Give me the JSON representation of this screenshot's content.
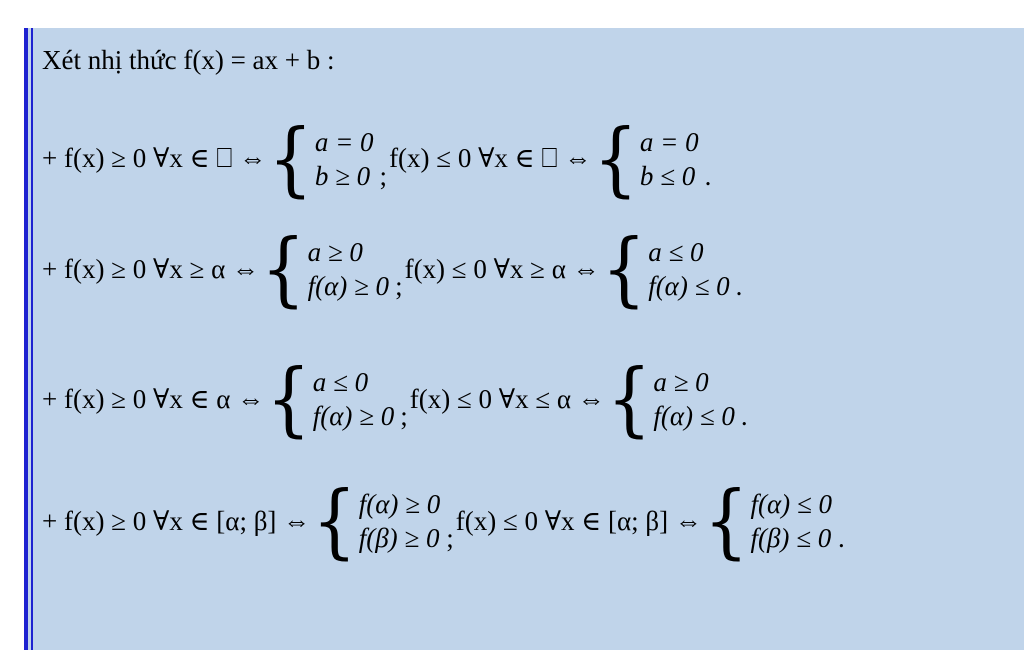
{
  "heading": "",
  "intro": "Xét nhị thức f(x) = ax + b :",
  "rows": [
    {
      "lhs1": "+ f(x) ≥ 0 ∀x ∈ ⎕ ⇔",
      "sys1": [
        "a = 0",
        "b ≥ 0"
      ],
      "sep": ";",
      "lhs2": "f(x) ≤ 0 ∀x ∈ ⎕ ⇔",
      "sys2": [
        "a = 0",
        "b ≤ 0"
      ],
      "end": "."
    },
    {
      "lhs1": "+ f(x) ≥ 0 ∀x ≥ α ⇔",
      "sys1": [
        "a ≥ 0",
        "f(α) ≥ 0"
      ],
      "sep": ";",
      "lhs2": "f(x) ≤ 0 ∀x ≥ α ⇔",
      "sys2": [
        "a ≤ 0",
        "f(α) ≤ 0"
      ],
      "end": "."
    },
    {
      "lhs1": "+ f(x) ≥ 0 ∀x ∈ α ⇔",
      "sys1": [
        "a ≤ 0",
        "f(α) ≥ 0"
      ],
      "sep": ";",
      "lhs2": "f(x) ≤ 0 ∀x ≤ α ⇔",
      "sys2": [
        "a ≥ 0",
        "f(α) ≤ 0"
      ],
      "end": "."
    },
    {
      "lhs1": "+ f(x) ≥ 0 ∀x ∈ [α; β] ⇔",
      "sys1": [
        "f(α) ≥ 0",
        "f(β) ≥ 0"
      ],
      "sep": ";",
      "lhs2": "f(x) ≤ 0 ∀x ∈ [α; β] ⇔",
      "sys2": [
        "f(α) ≤ 0",
        "f(β) ≤ 0"
      ],
      "end": "."
    }
  ]
}
